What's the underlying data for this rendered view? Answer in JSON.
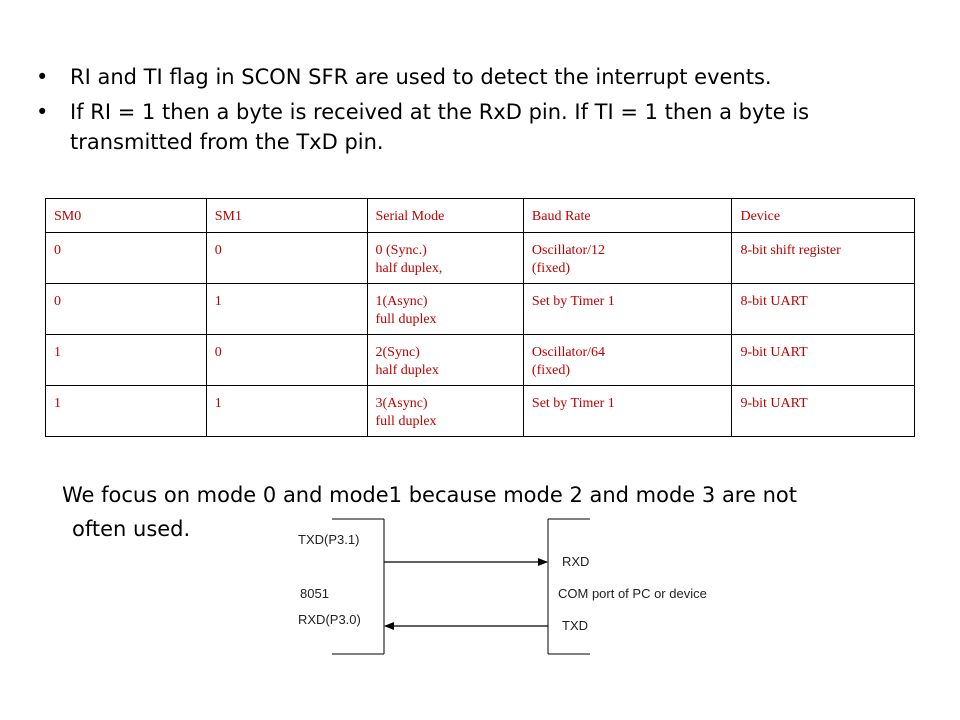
{
  "bullets": [
    "RI and TI flag in SCON SFR are used to detect the interrupt events.",
    "If RI = 1 then a byte is received at the RxD pin. If  TI = 1 then a byte is transmitted from the TxD pin."
  ],
  "bullet_symbol": "•",
  "table": {
    "headers": [
      "SM0",
      "SM1",
      "Serial Mode",
      "Baud Rate",
      "Device"
    ],
    "rows": [
      [
        "0",
        "0",
        "0 (Sync.)\nhalf duplex,",
        "Oscillator/12\n(fixed)",
        "8-bit shift register"
      ],
      [
        "0",
        "1",
        "1(Async)\nfull duplex",
        "Set by Timer 1",
        "8-bit UART"
      ],
      [
        "1",
        "0",
        "2(Sync)\nhalf duplex",
        "Oscillator/64\n(fixed)",
        "9-bit UART"
      ],
      [
        "1",
        "1",
        "3(Async)\nfull duplex",
        "Set by Timer 1",
        "9-bit UART"
      ]
    ],
    "text_color": "#c00000"
  },
  "note": {
    "line1": "We focus on  mode 0 and mode1 because mode 2 and mode 3 are not",
    "line2": "often used."
  },
  "diagram": {
    "left_labels": [
      "TXD(P3.1)",
      "8051",
      "RXD(P3.0)"
    ],
    "right_labels": [
      "RXD",
      "COM port of PC or device",
      "TXD"
    ]
  }
}
